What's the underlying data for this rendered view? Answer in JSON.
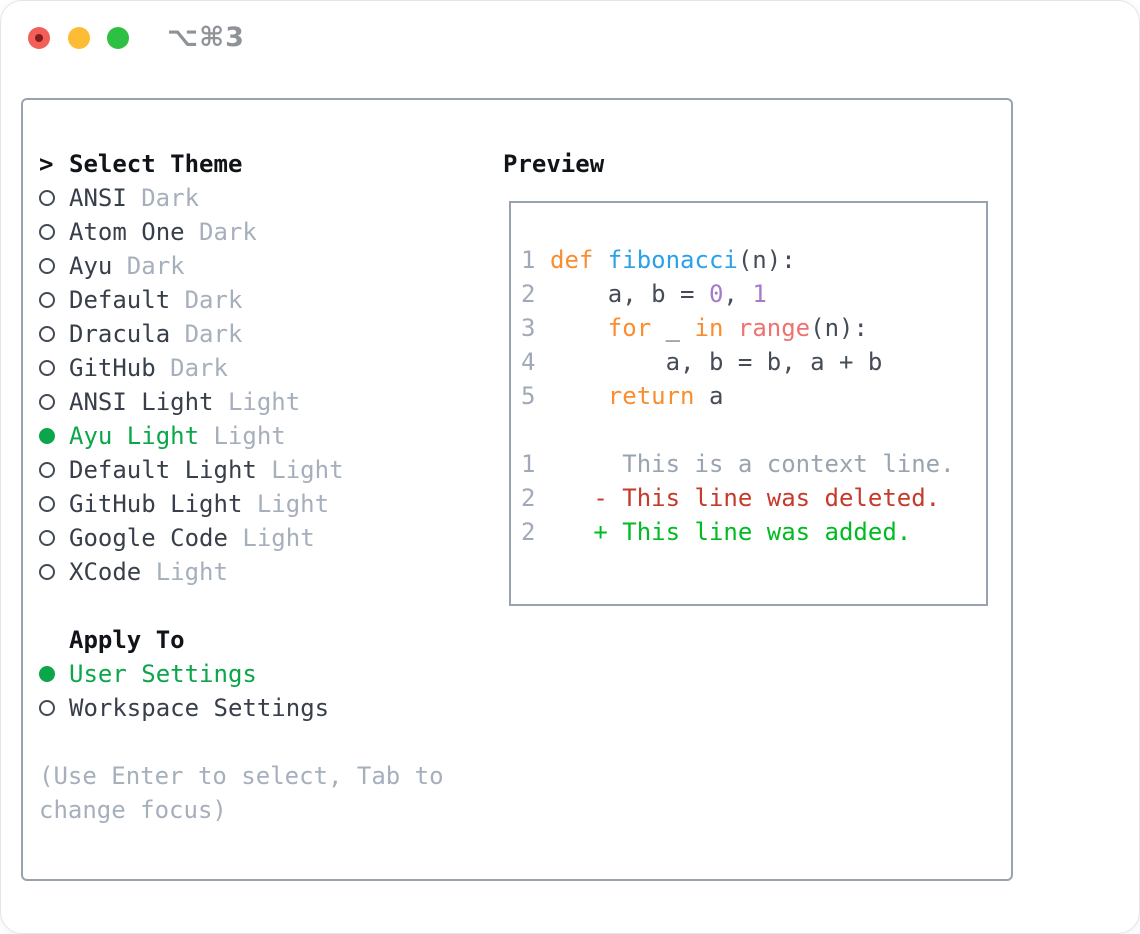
{
  "window": {
    "title": "⌥⌘3"
  },
  "colors": {
    "selected_green": "#0ca64a",
    "item_text": "#383f4a",
    "tag_text": "#a6afbc",
    "hint_text": "#a6afbc",
    "heading_text": "#101418",
    "border_gray": "#99a3b0",
    "lineno": "#a0a9b8",
    "fg": "#454c57",
    "keyword": "#f98d2f",
    "function": "#2ba1e8",
    "number": "#a37acc",
    "builtin": "#f07171",
    "context": "#9aa3b0",
    "deleted": "#c53a2b",
    "added": "#00bb22",
    "traffic_red": "#f25f58",
    "traffic_yellow": "#fcbc33",
    "traffic_green": "#2ec043",
    "title_gray": "#8f9398"
  },
  "left": {
    "caret": ">",
    "title": "Select Theme",
    "themes": [
      {
        "name": "ANSI",
        "tag": "Dark",
        "selected": false
      },
      {
        "name": "Atom One",
        "tag": "Dark",
        "selected": false
      },
      {
        "name": "Ayu",
        "tag": "Dark",
        "selected": false
      },
      {
        "name": "Default",
        "tag": "Dark",
        "selected": false
      },
      {
        "name": "Dracula",
        "tag": "Dark",
        "selected": false
      },
      {
        "name": "GitHub",
        "tag": "Dark",
        "selected": false
      },
      {
        "name": "ANSI Light",
        "tag": "Light",
        "selected": false
      },
      {
        "name": "Ayu Light",
        "tag": "Light",
        "selected": true
      },
      {
        "name": "Default Light",
        "tag": "Light",
        "selected": false
      },
      {
        "name": "GitHub Light",
        "tag": "Light",
        "selected": false
      },
      {
        "name": "Google Code",
        "tag": "Light",
        "selected": false
      },
      {
        "name": "XCode",
        "tag": "Light",
        "selected": false
      }
    ],
    "apply_to": {
      "title": "Apply To",
      "options": [
        {
          "label": "User Settings",
          "selected": true
        },
        {
          "label": "Workspace Settings",
          "selected": false
        }
      ]
    },
    "hint": "(Use Enter to select, Tab to change focus)"
  },
  "preview": {
    "title": "Preview",
    "lines": [
      {
        "ln": "1",
        "segs": [
          {
            "t": "def ",
            "c": "keyword"
          },
          {
            "t": "fibonacci",
            "c": "function"
          },
          {
            "t": "(n):",
            "c": "fg"
          }
        ]
      },
      {
        "ln": "2",
        "segs": [
          {
            "t": "    a, b = ",
            "c": "fg"
          },
          {
            "t": "0",
            "c": "number"
          },
          {
            "t": ", ",
            "c": "fg"
          },
          {
            "t": "1",
            "c": "number"
          }
        ]
      },
      {
        "ln": "3",
        "segs": [
          {
            "t": "    ",
            "c": "fg"
          },
          {
            "t": "for",
            "c": "keyword"
          },
          {
            "t": " _ ",
            "c": "fg"
          },
          {
            "t": "in",
            "c": "keyword"
          },
          {
            "t": " ",
            "c": "fg"
          },
          {
            "t": "range",
            "c": "builtin"
          },
          {
            "t": "(n):",
            "c": "fg"
          }
        ]
      },
      {
        "ln": "4",
        "segs": [
          {
            "t": "        a, b = b, a + b",
            "c": "fg"
          }
        ]
      },
      {
        "ln": "5",
        "segs": [
          {
            "t": "    ",
            "c": "fg"
          },
          {
            "t": "return",
            "c": "keyword"
          },
          {
            "t": " a",
            "c": "fg"
          }
        ]
      },
      {
        "ln": "",
        "segs": []
      },
      {
        "ln": "1",
        "segs": [
          {
            "t": "     This is a context line.",
            "c": "context"
          }
        ]
      },
      {
        "ln": "2",
        "segs": [
          {
            "t": "   - This line was deleted.",
            "c": "deleted"
          }
        ]
      },
      {
        "ln": "2",
        "segs": [
          {
            "t": "   + This line was added.",
            "c": "added"
          }
        ]
      }
    ]
  }
}
